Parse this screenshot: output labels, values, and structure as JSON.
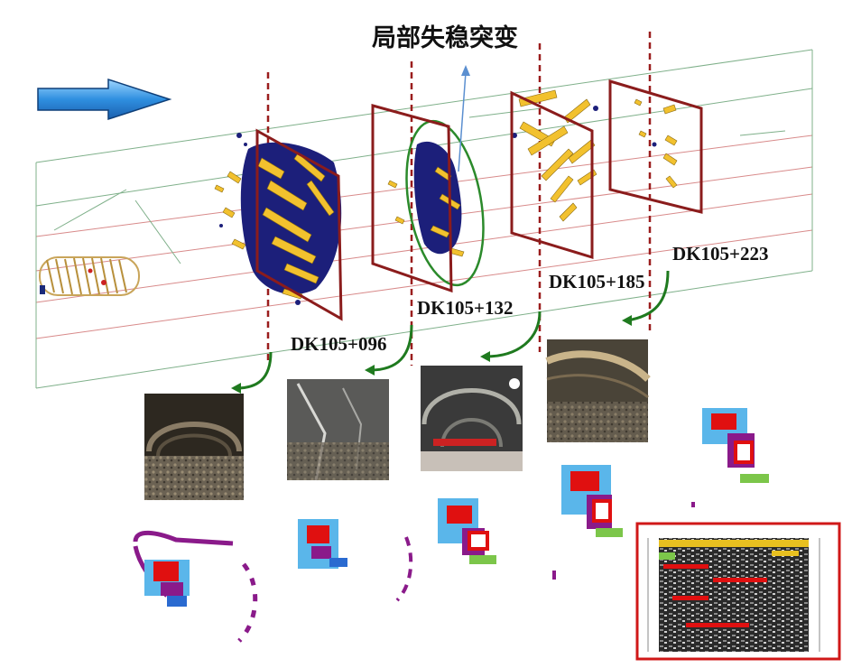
{
  "title": "局部失稳突变",
  "stations": [
    {
      "label": "DK105+096"
    },
    {
      "label": "DK105+132"
    },
    {
      "label": "DK105+185"
    },
    {
      "label": "DK105+223"
    }
  ],
  "colors": {
    "frame_red": "#8b1c1c",
    "dash_red": "#9a1d1d",
    "arrow_blue": "#3aa0e8",
    "anomaly_yellow": "#f2c12e",
    "anomaly_navy": "#1c1f7a",
    "highlight_green": "#2b8a2b",
    "purple": "#8a1a8a",
    "light_blue": "#5ab6ea",
    "red": "#e01010"
  },
  "icons": {
    "direction_arrow": "right-arrow-icon"
  }
}
